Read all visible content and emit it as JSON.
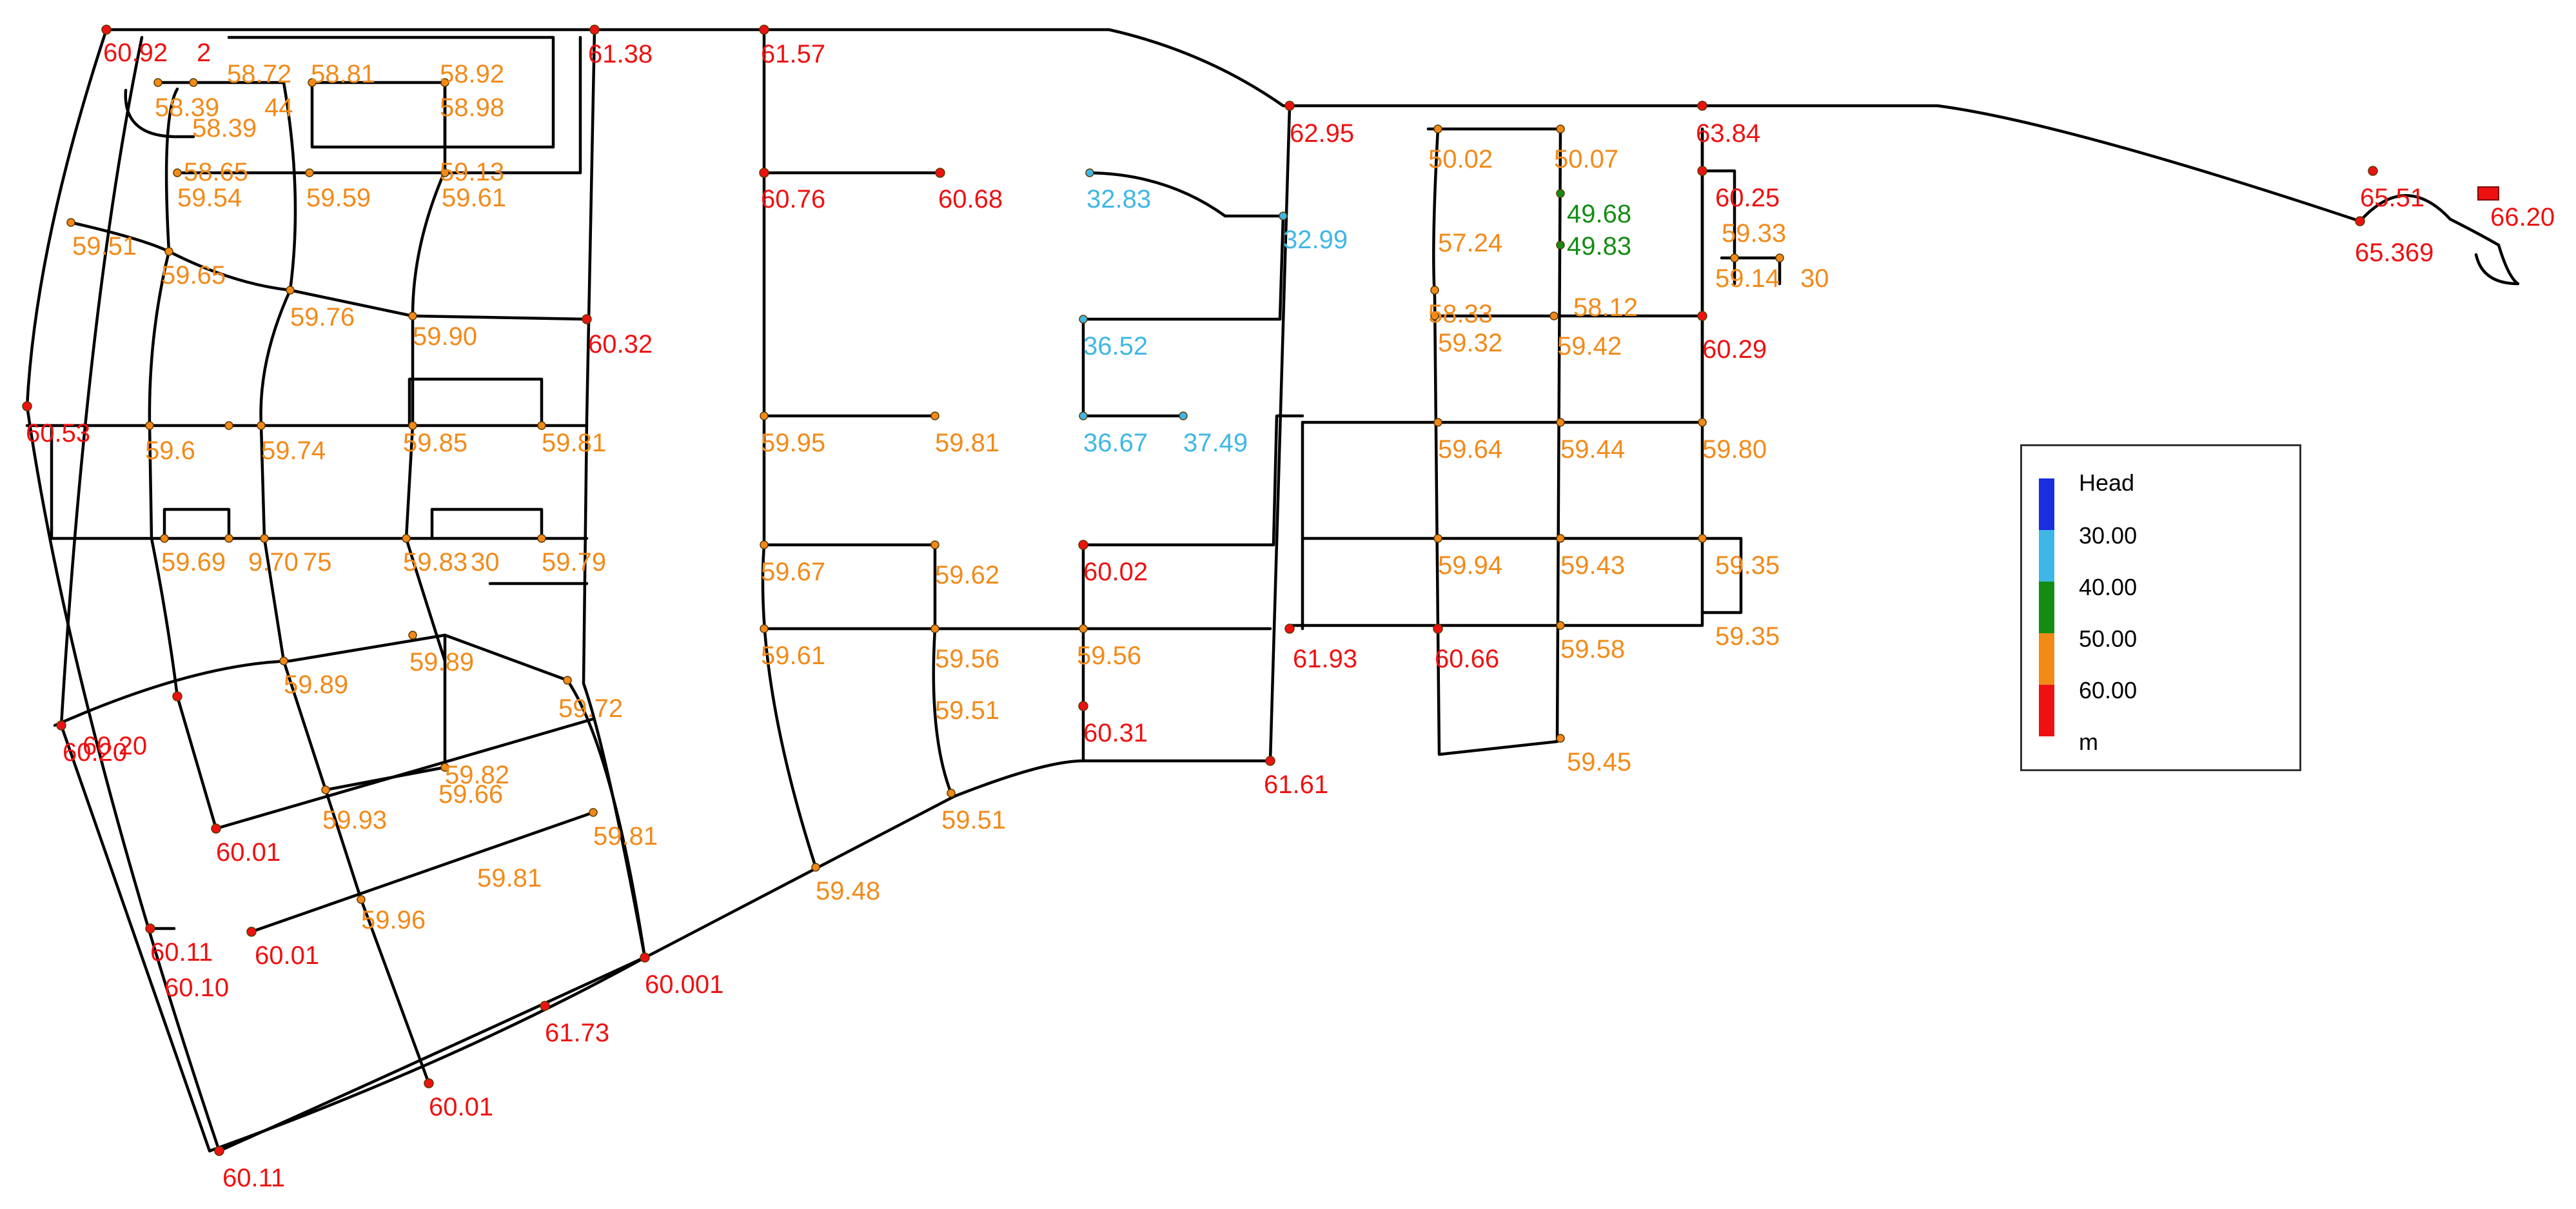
{
  "colors": {
    "red": "#ee1111",
    "orange": "#f28a1a",
    "green": "#148c14",
    "cyan": "#3fb7e6",
    "blue": "#1a2ee0",
    "pipe": "#000000"
  },
  "legend": {
    "title": "Head",
    "unit": "m",
    "bands": [
      {
        "label": "30.00",
        "color": "#1a2ee0"
      },
      {
        "label": "40.00",
        "color": "#3fb7e6"
      },
      {
        "label": "50.00",
        "color": "#148c14"
      },
      {
        "label": "60.00",
        "color": "#f28a1a"
      },
      {
        "label": "",
        "color": "#ee1111"
      }
    ]
  },
  "node_labels": [
    {
      "text": "60.92",
      "band": "red"
    },
    {
      "text": "2",
      "band": "red"
    },
    {
      "text": "58.72",
      "band": "orange"
    },
    {
      "text": "58.81",
      "band": "orange"
    },
    {
      "text": "58.92",
      "band": "orange"
    },
    {
      "text": "61.38",
      "band": "red"
    },
    {
      "text": "61.57",
      "band": "red"
    },
    {
      "text": "58.39",
      "band": "orange"
    },
    {
      "text": "44",
      "band": "orange"
    },
    {
      "text": "58.39",
      "band": "orange"
    },
    {
      "text": "58.98",
      "band": "orange"
    },
    {
      "text": "58.65",
      "band": "orange"
    },
    {
      "text": "59.13",
      "band": "orange"
    },
    {
      "text": "59.54",
      "band": "orange"
    },
    {
      "text": "59.59",
      "band": "orange"
    },
    {
      "text": "59.61",
      "band": "orange"
    },
    {
      "text": "59.51",
      "band": "orange"
    },
    {
      "text": "59.65",
      "band": "orange"
    },
    {
      "text": "59.76",
      "band": "orange"
    },
    {
      "text": "59.90",
      "band": "orange"
    },
    {
      "text": "60.32",
      "band": "red"
    },
    {
      "text": "60.53",
      "band": "red"
    },
    {
      "text": "59.6",
      "band": "orange"
    },
    {
      "text": "59.74",
      "band": "orange"
    },
    {
      "text": "59.85",
      "band": "orange"
    },
    {
      "text": "59.81",
      "band": "orange"
    },
    {
      "text": "59.69",
      "band": "orange"
    },
    {
      "text": "9.70",
      "band": "orange"
    },
    {
      "text": "75",
      "band": "orange"
    },
    {
      "text": "59.83",
      "band": "orange"
    },
    {
      "text": "30",
      "band": "orange"
    },
    {
      "text": "59.79",
      "band": "orange"
    },
    {
      "text": "59.89",
      "band": "orange"
    },
    {
      "text": "59.89",
      "band": "orange"
    },
    {
      "text": "59.72",
      "band": "orange"
    },
    {
      "text": "60.20",
      "band": "red"
    },
    {
      "text": "60.20",
      "band": "red"
    },
    {
      "text": "59.82",
      "band": "orange"
    },
    {
      "text": "59.66",
      "band": "orange"
    },
    {
      "text": "59.93",
      "band": "orange"
    },
    {
      "text": "60.01",
      "band": "red"
    },
    {
      "text": "59.81",
      "band": "orange"
    },
    {
      "text": "59.81",
      "band": "orange"
    },
    {
      "text": "59.96",
      "band": "orange"
    },
    {
      "text": "60.11",
      "band": "red"
    },
    {
      "text": "60.01",
      "band": "red"
    },
    {
      "text": "60.10",
      "band": "red"
    },
    {
      "text": "60.001",
      "band": "red"
    },
    {
      "text": "61.73",
      "band": "red"
    },
    {
      "text": "60.01",
      "band": "red"
    },
    {
      "text": "60.11",
      "band": "red"
    },
    {
      "text": "60.76",
      "band": "red"
    },
    {
      "text": "60.68",
      "band": "red"
    },
    {
      "text": "59.95",
      "band": "orange"
    },
    {
      "text": "59.81",
      "band": "orange"
    },
    {
      "text": "59.67",
      "band": "orange"
    },
    {
      "text": "59.62",
      "band": "orange"
    },
    {
      "text": "59.61",
      "band": "orange"
    },
    {
      "text": "59.56",
      "band": "orange"
    },
    {
      "text": "59.51",
      "band": "orange"
    },
    {
      "text": "59.51",
      "band": "orange"
    },
    {
      "text": "59.48",
      "band": "orange"
    },
    {
      "text": "32.83",
      "band": "cyan"
    },
    {
      "text": "32.99",
      "band": "cyan"
    },
    {
      "text": "36.52",
      "band": "cyan"
    },
    {
      "text": "36.67",
      "band": "cyan"
    },
    {
      "text": "37.49",
      "band": "cyan"
    },
    {
      "text": "60.02",
      "band": "red"
    },
    {
      "text": "59.56",
      "band": "orange"
    },
    {
      "text": "60.31",
      "band": "red"
    },
    {
      "text": "61.61",
      "band": "red"
    },
    {
      "text": "62.95",
      "band": "red"
    },
    {
      "text": "61.93",
      "band": "red"
    },
    {
      "text": "50.02",
      "band": "orange"
    },
    {
      "text": "50.07",
      "band": "orange"
    },
    {
      "text": "49.68",
      "band": "green"
    },
    {
      "text": "49.83",
      "band": "green"
    },
    {
      "text": "57.24",
      "band": "orange"
    },
    {
      "text": "58.33",
      "band": "orange"
    },
    {
      "text": "58.12",
      "band": "orange"
    },
    {
      "text": "59.32",
      "band": "orange"
    },
    {
      "text": "59.42",
      "band": "orange"
    },
    {
      "text": "59.64",
      "band": "orange"
    },
    {
      "text": "59.44",
      "band": "orange"
    },
    {
      "text": "59.94",
      "band": "orange"
    },
    {
      "text": "59.43",
      "band": "orange"
    },
    {
      "text": "60.66",
      "band": "red"
    },
    {
      "text": "59.58",
      "band": "orange"
    },
    {
      "text": "59.45",
      "band": "orange"
    },
    {
      "text": "63.84",
      "band": "red"
    },
    {
      "text": "60.25",
      "band": "red"
    },
    {
      "text": "59.33",
      "band": "orange"
    },
    {
      "text": "59.14",
      "band": "orange"
    },
    {
      "text": "30",
      "band": "orange"
    },
    {
      "text": "60.29",
      "band": "red"
    },
    {
      "text": "59.80",
      "band": "orange"
    },
    {
      "text": "59.35",
      "band": "orange"
    },
    {
      "text": "59.35",
      "band": "orange"
    },
    {
      "text": "65.51",
      "band": "red"
    },
    {
      "text": "65.369",
      "band": "red"
    },
    {
      "text": "66.20",
      "band": "red"
    }
  ],
  "tank": {
    "band": "red"
  }
}
